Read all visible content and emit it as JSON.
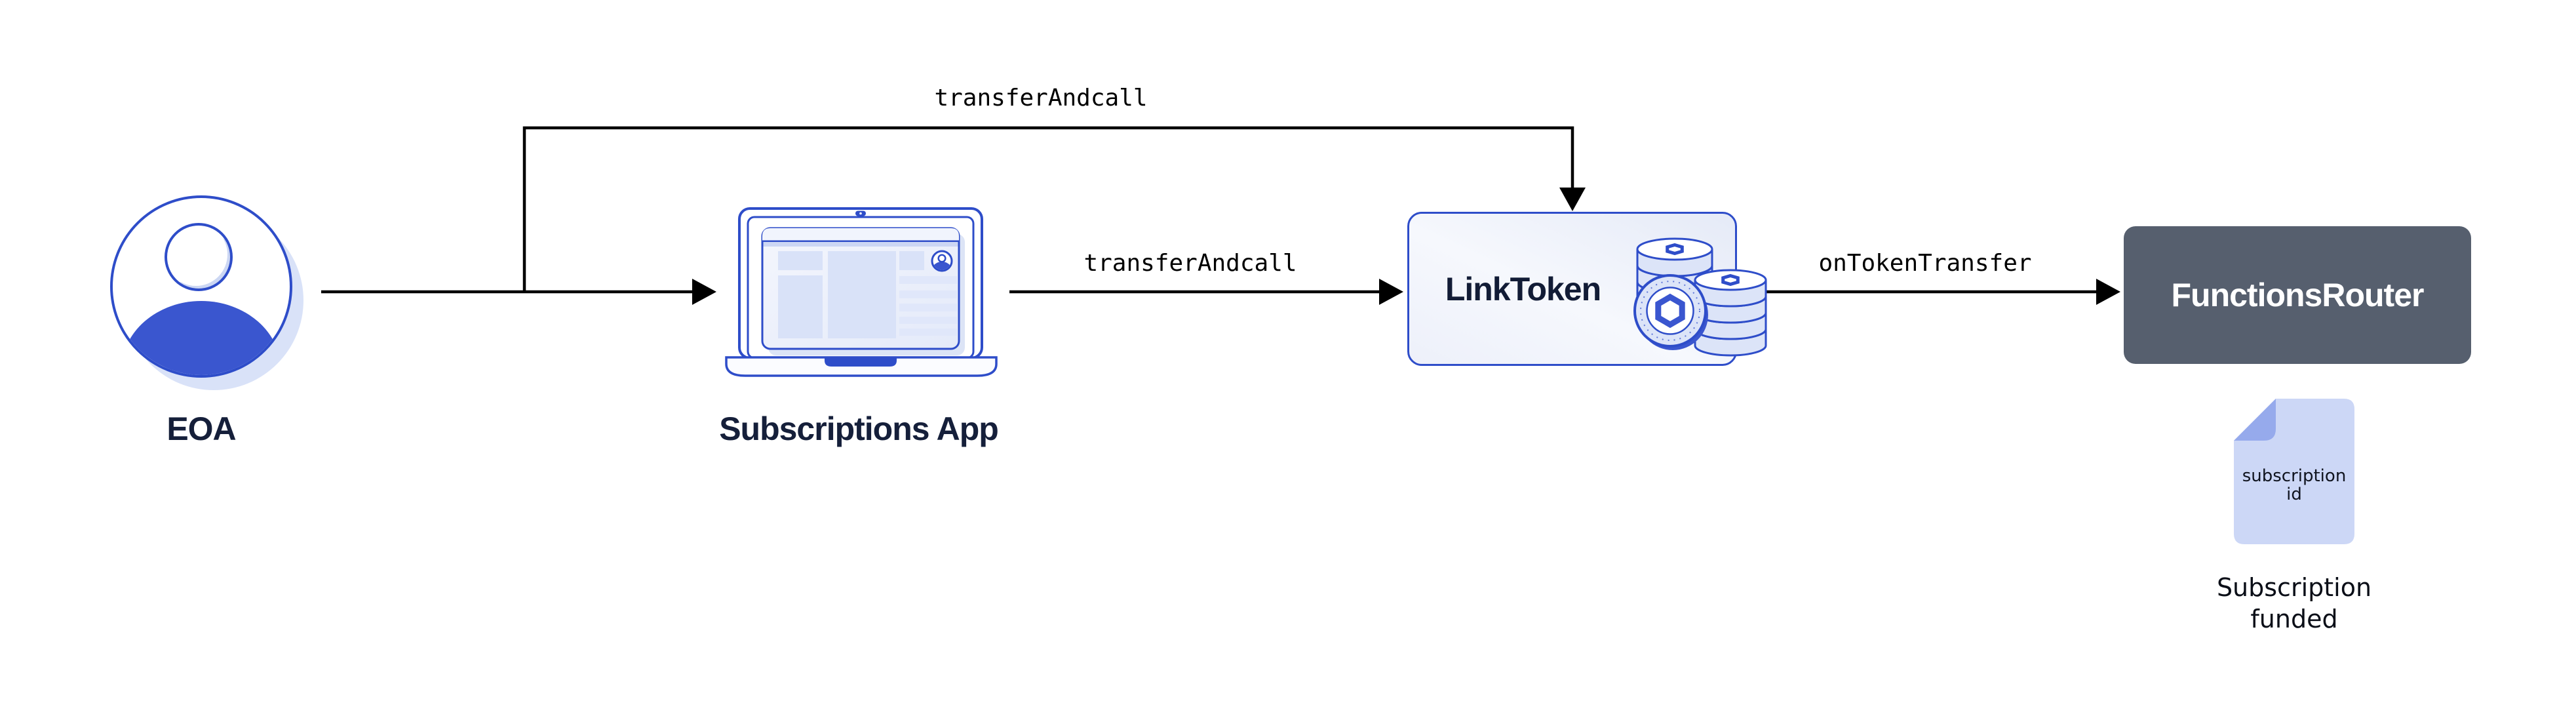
{
  "nodes": {
    "eoa": {
      "label": "EOA",
      "icon": "person-avatar"
    },
    "subscriptions_app": {
      "label": "Subscriptions App",
      "icon": "laptop-browser"
    },
    "link_token": {
      "label": "LinkToken",
      "icon": "link-coin-stack"
    },
    "functions_router": {
      "label": "FunctionsRouter"
    },
    "subscription_doc": {
      "icon": "document",
      "doc_text": "subscription id",
      "caption": "Subscription funded"
    }
  },
  "edges": {
    "eoa_to_app": {
      "label": ""
    },
    "eoa_to_linktoken": {
      "label": "transferAndcall"
    },
    "app_to_linktoken": {
      "label": "transferAndcall"
    },
    "linktoken_to_router": {
      "label": "onTokenTransfer"
    }
  },
  "colors": {
    "background": "#ffffff",
    "line_black": "#000000",
    "accent_blue_stroke": "#2e4dc9",
    "solid_blue": "#3a56cf",
    "light_blue_fill": "#d9e2f8",
    "lighter_blue_fill": "#eef2fc",
    "navy_text": "#151f3a",
    "slate_box": "#565f6e",
    "router_text": "#ffffff",
    "doc_fill": "#ccd7f6",
    "doc_fold": "#96aaec"
  }
}
